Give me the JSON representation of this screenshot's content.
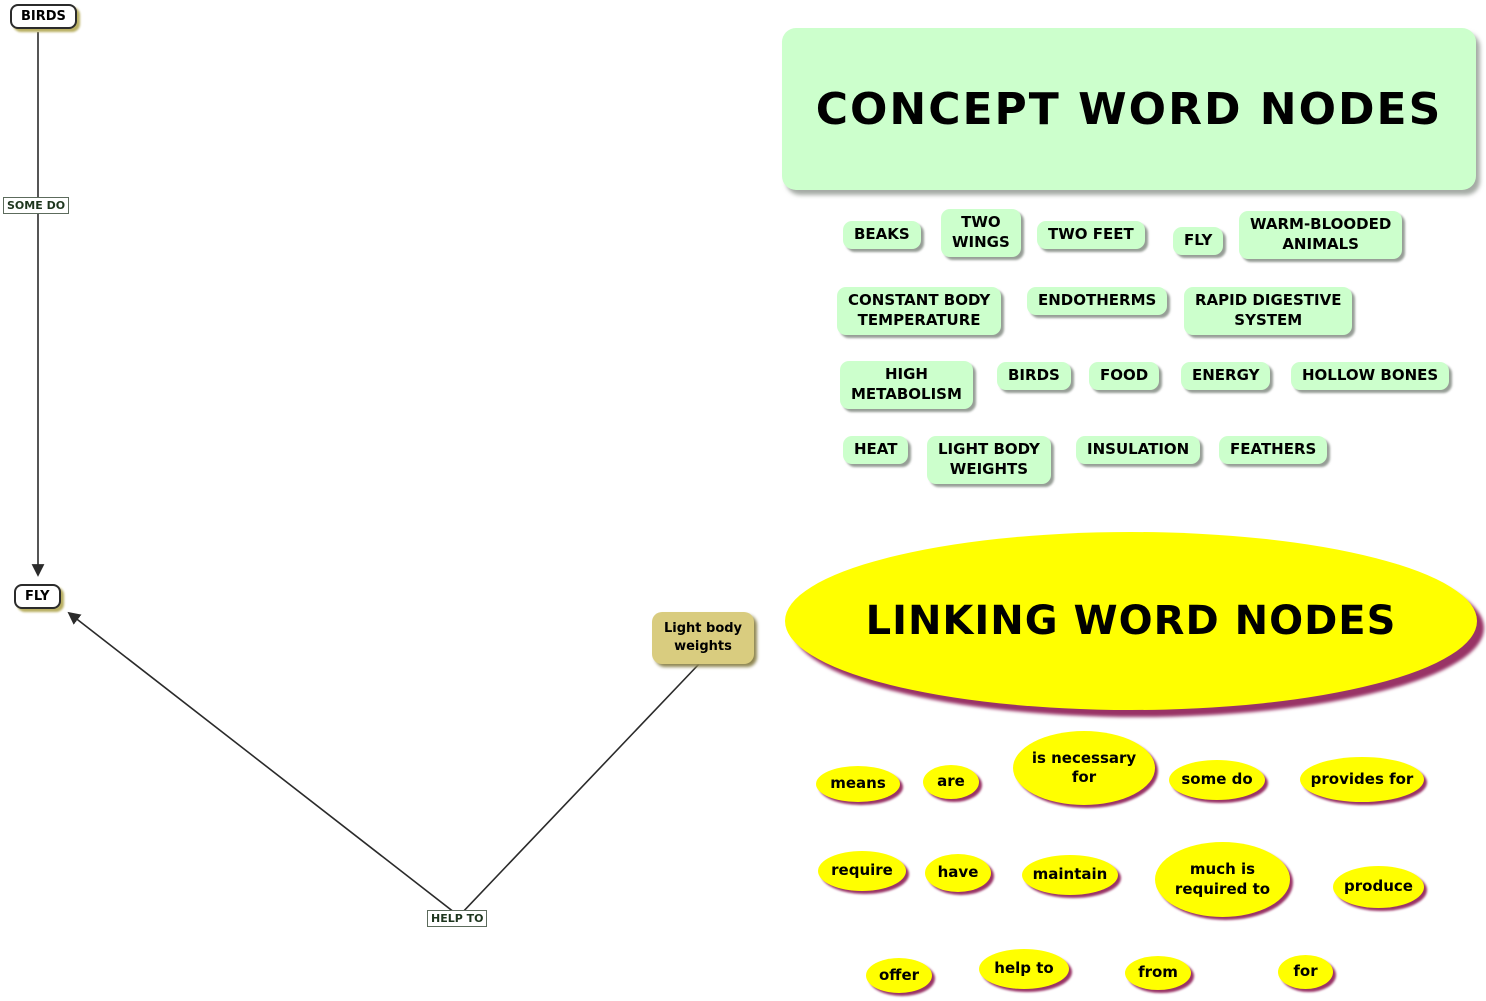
{
  "map": {
    "nodes": [
      {
        "label": "BIRDS"
      },
      {
        "label": "FLY"
      },
      {
        "label": "Light body\nweights"
      }
    ],
    "link_labels": [
      {
        "label": "SOME DO"
      },
      {
        "label": "HELP TO"
      }
    ]
  },
  "palette": {
    "concept_title": "CONCEPT WORD NODES",
    "linking_title": "LINKING WORD NODES",
    "concept_nodes": [
      "BEAKS",
      "TWO\nWINGS",
      "TWO FEET",
      "FLY",
      "WARM-BLOODED\nANIMALS",
      "CONSTANT BODY\nTEMPERATURE",
      "ENDOTHERMS",
      "RAPID DIGESTIVE\nSYSTEM",
      "HIGH\nMETABOLISM",
      "BIRDS",
      "FOOD",
      "ENERGY",
      "HOLLOW BONES",
      "HEAT",
      "LIGHT BODY\nWEIGHTS",
      "INSULATION",
      "FEATHERS"
    ],
    "linking_nodes": [
      "means",
      "are",
      "is necessary\nfor",
      "some do",
      "provides for",
      "require",
      "have",
      "maintain",
      "much is\nrequired to",
      "produce",
      "offer",
      "help to",
      "from",
      "for"
    ]
  },
  "colors": {
    "concept_fill": "#ccffcc",
    "linking_fill": "#ffff00",
    "linking_shadow": "#993366",
    "map_node_shadow": "#b9af62",
    "tan_node_fill": "#d9cc7f"
  }
}
